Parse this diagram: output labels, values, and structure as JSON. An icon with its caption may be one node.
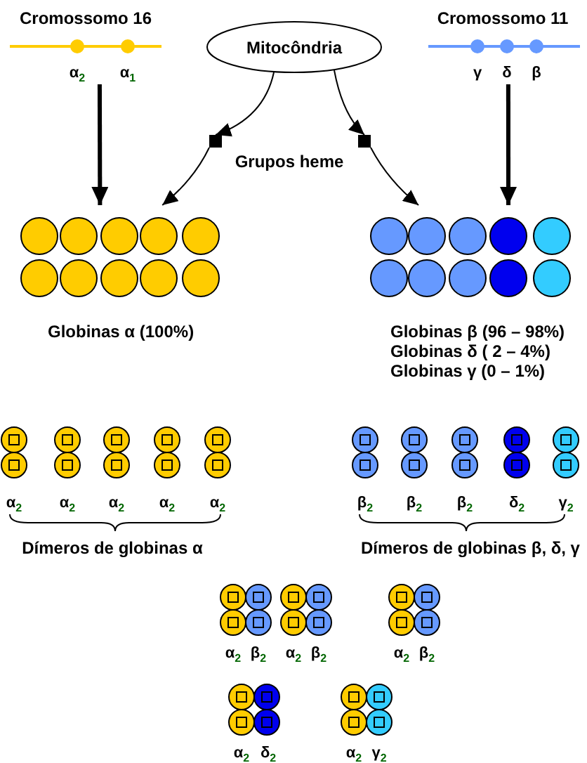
{
  "diagram": {
    "nodes": [
      {
        "text": [
          "Mitocôndria"
        ]
      },
      {
        "text": [],
        "shape": "box"
      },
      {
        "text": [],
        "shape": "box"
      },
      {
        "text": [
          "Cromossomo 16",
          "α$_{2}$",
          "α$_{1}$"
        ]
      },
      {
        "text": [
          "Cromossomo 11",
          "γ",
          "δ",
          "β"
        ]
      },
      {
        "text": [
          "Globinas α (100%)"
        ]
      },
      {
        "text": [
          "Globinas β (96 – 98%)",
          "Globinas δ ( 2 – 4%)",
          "Globinas γ (0 – 1%)"
        ]
      }
    ],
    "edges": [
      {
        "from": 3,
        "to": 5,
        "arrow": "to",
        "style": "thick"
      },
      {
        "from": 4,
        "to": 6,
        "arrow": "to",
        "style": "thick"
      },
      {
        "from": 0,
        "to": 1,
        "arrow": "to"
      },
      {
        "from": 0,
        "to": 2,
        "arrow": "to"
      },
      {
        "from": 1,
        "to": 5,
        "arrow": "to"
      },
      {
        "from": 2,
        "to": 6,
        "arrow": "to"
      }
    ],
    "labels": [
      "Grupos heme",
      "α$_{2}$",
      "α$_{2}$",
      "α$_{2}$",
      "α$_{2}$",
      "α$_{2}$",
      "β$_{2}$",
      "β$_{2}$",
      "β$_{2}$",
      "δ$_{2}$",
      "γ$_{2}$",
      "Dímeros de globinas α",
      "Dímeros de globinas β, δ, γ",
      "α$_{2}$",
      "β$_{2}$",
      "α$_{2}$",
      "β$_{2}$",
      "α$_{2}$",
      "β$_{2}$",
      "α$_{2}$",
      "δ$_{2}$",
      "α$_{2}$",
      "γ$_{2}$"
    ]
  }
}
